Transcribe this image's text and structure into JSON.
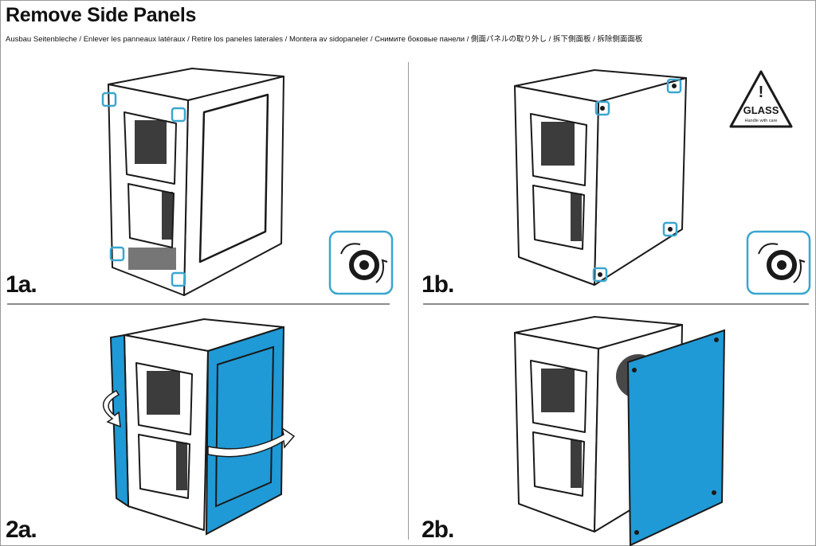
{
  "title": "Remove Side Panels",
  "subtitle": "Ausbau Seitenbleche / Enlever les panneaux latéraux / Retire los paneles laterales / Montera av sidopaneler / Снимите боковые панели / 側面パネルの取り外し / 拆下側面板 / 拆除側面面板",
  "steps": {
    "s1a": "1a.",
    "s1b": "1b.",
    "s2a": "2a.",
    "s2b": "2b."
  },
  "warning": {
    "symbol": "!",
    "label": "GLASS",
    "note": "Handle with care"
  },
  "colors": {
    "panel_blue": "#1f9ad6",
    "highlight_blue": "#3aa6cf",
    "line": "#1a1a1a"
  },
  "icons": [
    "screw-turn-icon",
    "glass-warning-icon",
    "rotate-arrow-icon"
  ]
}
